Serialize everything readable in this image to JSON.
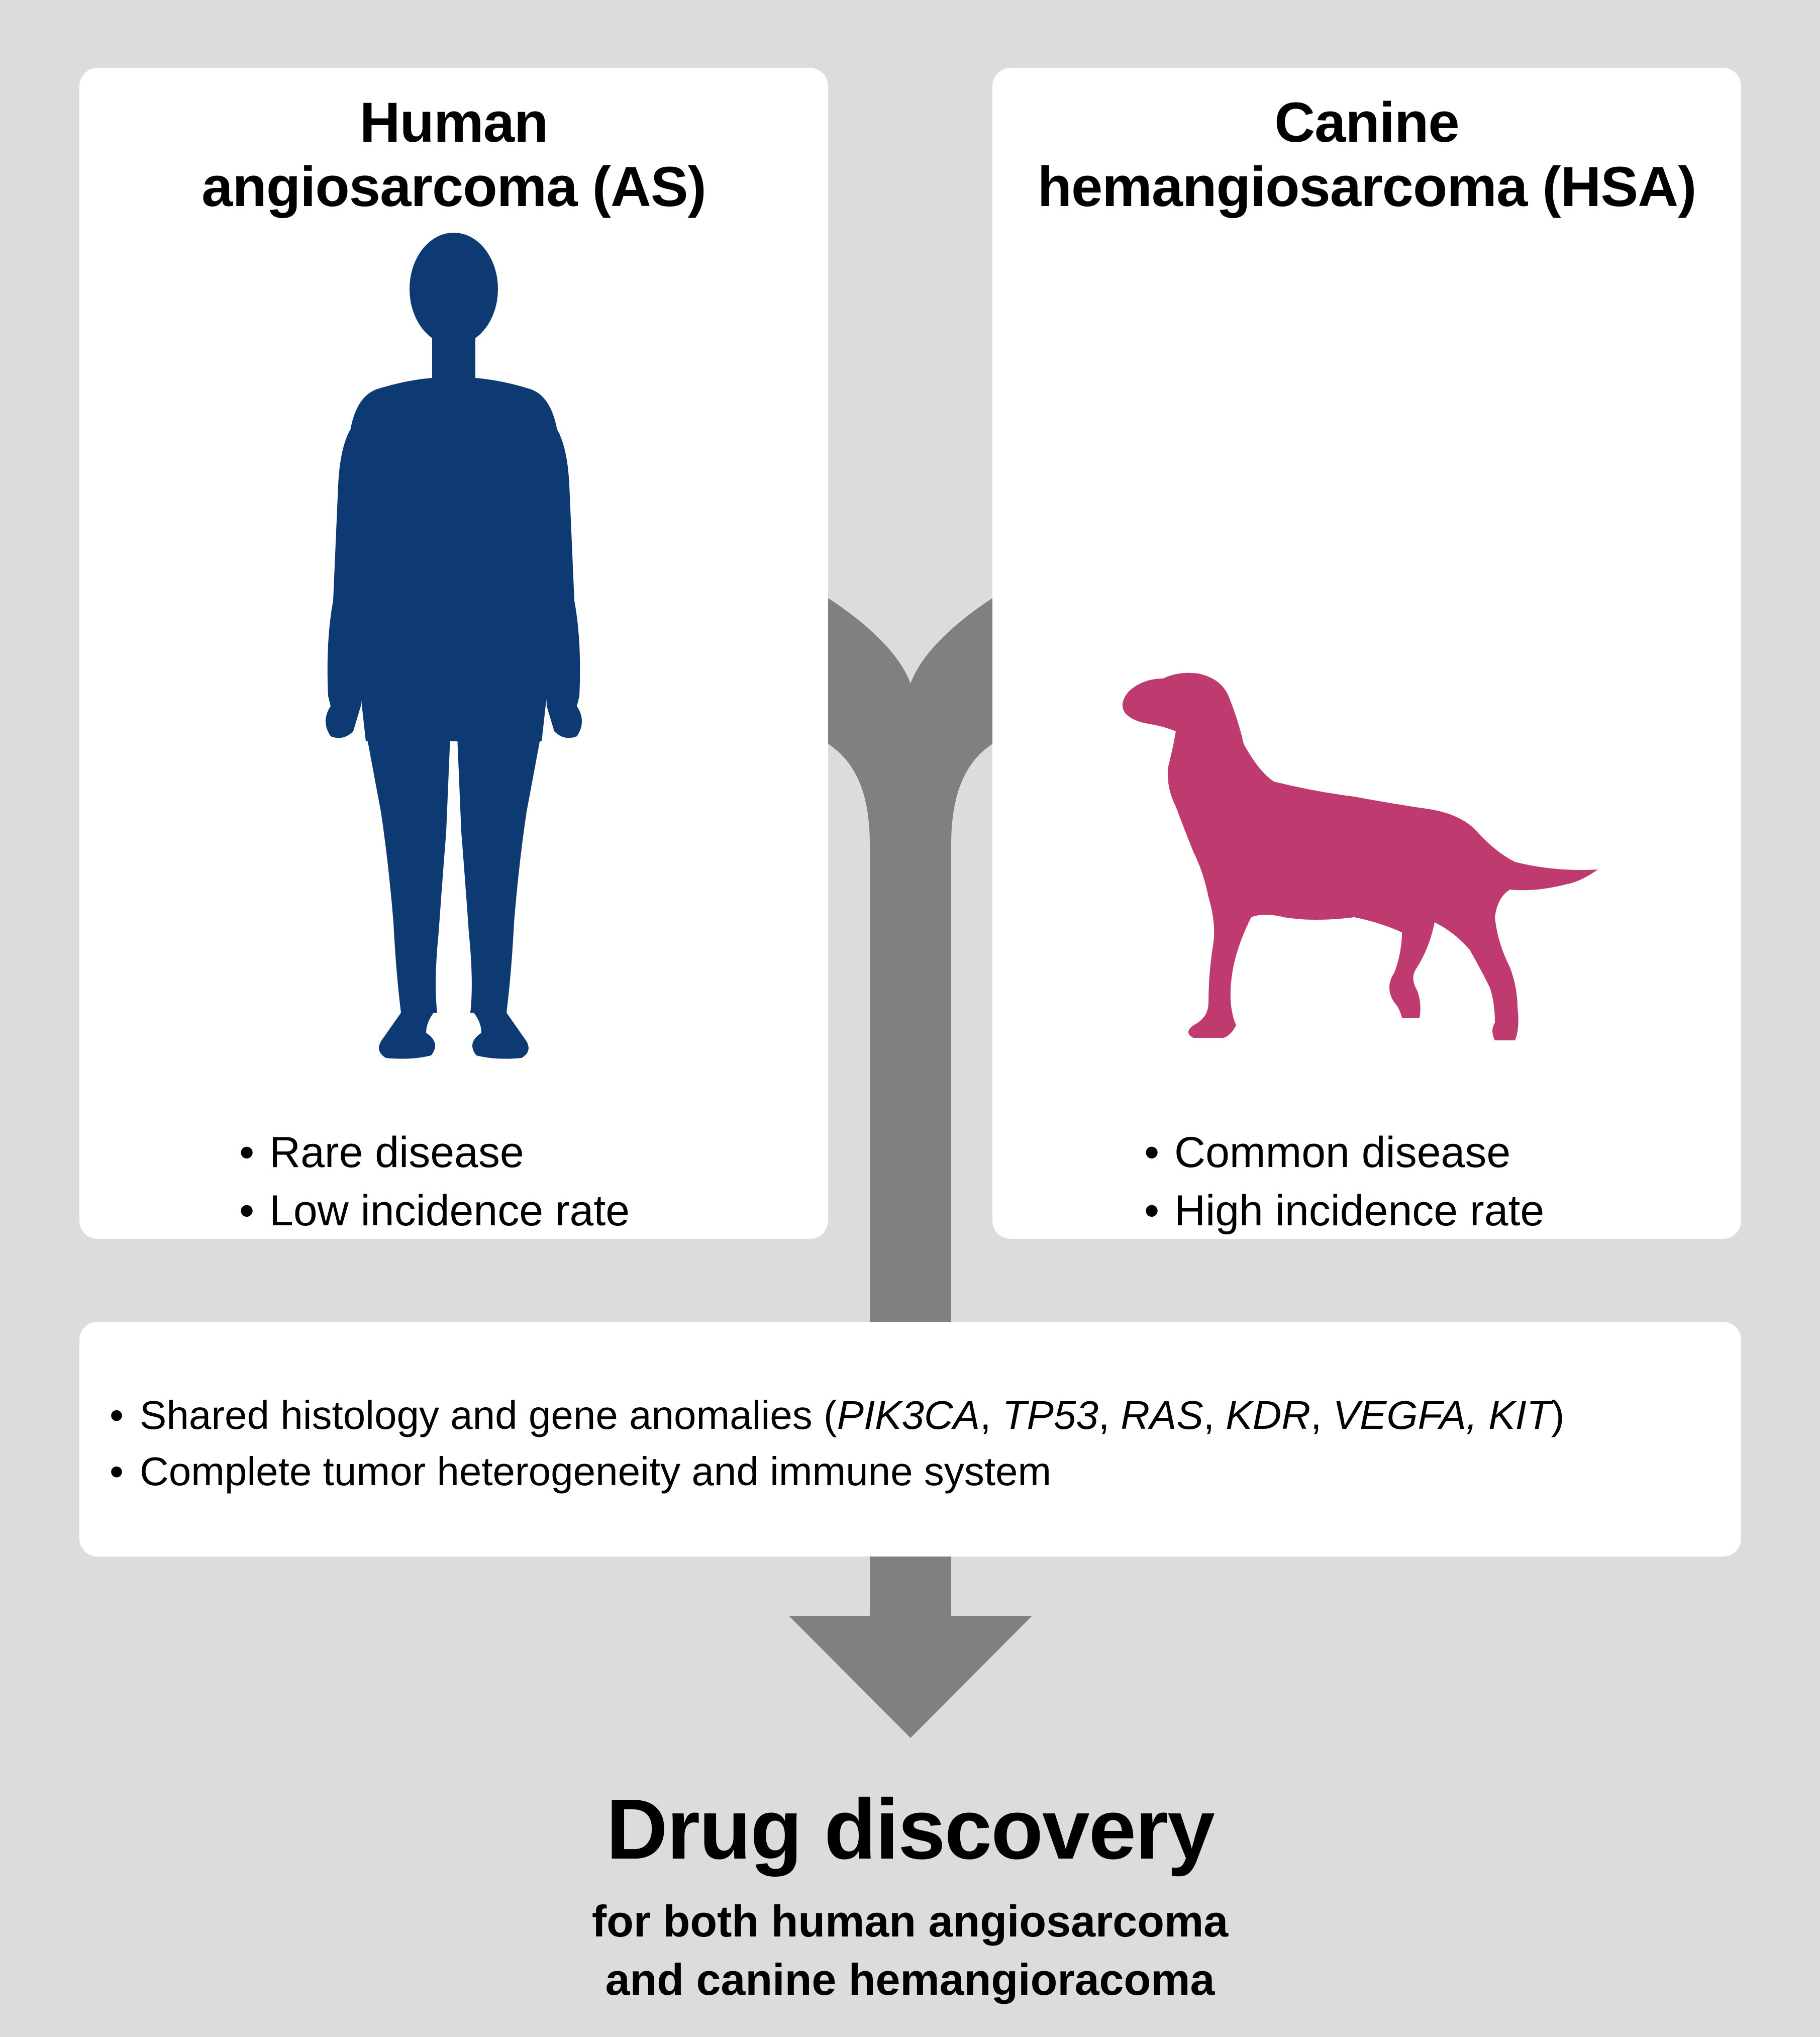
{
  "human": {
    "title_line1": "Human",
    "title_line2": "angiosarcoma (AS)",
    "bullets": [
      "Rare disease",
      "Low incidence rate"
    ],
    "silhouette_icon": "human-silhouette-icon",
    "color": "#0e3a73"
  },
  "canine": {
    "title_line1": "Canine",
    "title_line2": "hemangiosarcoma (HSA)",
    "bullets": [
      "Common disease",
      "High incidence rate"
    ],
    "silhouette_icon": "dog-silhouette-icon",
    "color": "#bf3a6e"
  },
  "shared": {
    "line1_prefix": "Shared histology and gene anomalies (",
    "genes": [
      {
        "name": "PIK3CA",
        "sep": ", "
      },
      {
        "name": "TP53",
        "sep": ", "
      },
      {
        "name": "RAS",
        "sep": ", "
      },
      {
        "name": "KDR",
        "sep": ", "
      },
      {
        "name": "VEGFA, KIT",
        "sep": ""
      }
    ],
    "line1_suffix": ")",
    "line2": "Complete tumor heterogeneity and immune system"
  },
  "result": {
    "title": "Drug discovery",
    "sub_line1": "for both human angiosarcoma",
    "sub_line2": "and canine hemangioracoma"
  },
  "colors": {
    "background": "#dcdcdc",
    "card": "#ffffff",
    "arrow": "#808080"
  }
}
